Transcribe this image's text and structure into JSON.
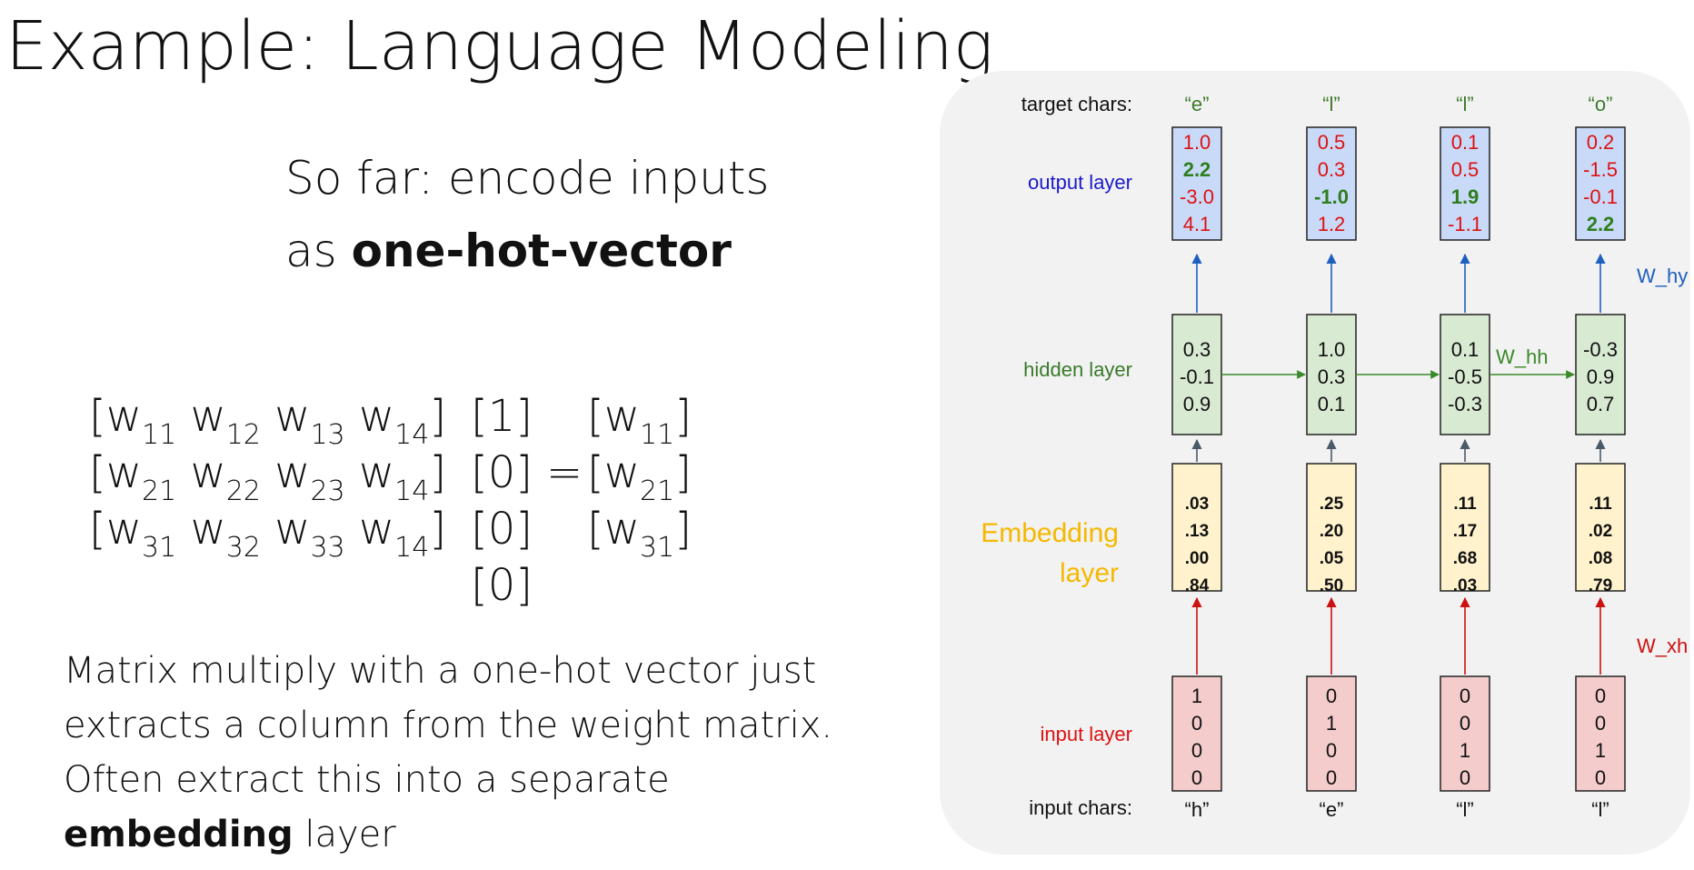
{
  "slide": {
    "title": "Example: Language Modeling",
    "sofar_line1": "So far: encode inputs",
    "sofar_line2_prefix": "as ",
    "sofar_line2_bold": "one-hot-vector"
  },
  "equation": {
    "rows": [
      {
        "m": [
          "w",
          "11",
          "w",
          "12",
          "w",
          "13",
          "w",
          "14"
        ],
        "vec": "[1]",
        "res": [
          "w",
          "11"
        ]
      },
      {
        "m": [
          "w",
          "21",
          "w",
          "22",
          "w",
          "23",
          "w",
          "14"
        ],
        "vec": "[0]",
        "res": [
          "w",
          "21"
        ]
      },
      {
        "m": [
          "w",
          "31",
          "w",
          "32",
          "w",
          "33",
          "w",
          "14"
        ],
        "vec": "[0]",
        "res": [
          "w",
          "31"
        ]
      }
    ],
    "extra_vec": "[0]",
    "equals": "="
  },
  "note": {
    "line1": "Matrix multiply with a one-hot vector just",
    "line2": "extracts a column from the weight matrix.",
    "line3": "Often extract this into a separate",
    "line4_bold": "embedding",
    "line4_rest": " layer"
  },
  "diagram": {
    "labels": {
      "target_chars": "target chars:",
      "output_layer": "output layer",
      "hidden_layer": "hidden layer",
      "embedding_1": "Embedding",
      "embedding_2": "layer",
      "input_layer": "input layer",
      "input_chars": "input chars:"
    },
    "weights": {
      "hy": "W_hy",
      "hh": "W_hh",
      "xh": "W_xh"
    },
    "target_chars": [
      "“e”",
      "“l”",
      "“l”",
      "“o”"
    ],
    "input_chars": [
      "“h”",
      "“e”",
      "“l”",
      "“l”"
    ],
    "output": [
      {
        "values": [
          "1.0",
          "2.2",
          "-3.0",
          "4.1"
        ],
        "highlight": 1
      },
      {
        "values": [
          "0.5",
          "0.3",
          "-1.0",
          "1.2"
        ],
        "highlight": 2
      },
      {
        "values": [
          "0.1",
          "0.5",
          "1.9",
          "-1.1"
        ],
        "highlight": 2
      },
      {
        "values": [
          "0.2",
          "-1.5",
          "-0.1",
          "2.2"
        ],
        "highlight": 3
      }
    ],
    "hidden": [
      [
        "0.3",
        "-0.1",
        "0.9"
      ],
      [
        "1.0",
        "0.3",
        "0.1"
      ],
      [
        "0.1",
        "-0.5",
        "-0.3"
      ],
      [
        "-0.3",
        "0.9",
        "0.7"
      ]
    ],
    "embedding": [
      [
        ".03",
        ".13",
        ".00",
        ".84"
      ],
      [
        ".25",
        ".20",
        ".05",
        ".50"
      ],
      [
        ".11",
        ".17",
        ".68",
        ".03"
      ],
      [
        ".11",
        ".02",
        ".08",
        ".79"
      ]
    ],
    "input": [
      [
        "1",
        "0",
        "0",
        "0"
      ],
      [
        "0",
        "1",
        "0",
        "0"
      ],
      [
        "0",
        "0",
        "1",
        "0"
      ],
      [
        "0",
        "0",
        "1",
        "0"
      ]
    ],
    "colors": {
      "target": "#3a7a2a",
      "output_label": "#1a1acc",
      "hidden_label": "#3a7a2a",
      "embedding_label": "#f5b800",
      "input_label": "#dd1111",
      "output_fill": "#c9daf8",
      "hidden_fill": "#d9ead3",
      "embedding_fill": "#fff2cc",
      "input_fill": "#f4cccc",
      "red_value": "#dd1111",
      "green_value": "#2e7d1e",
      "arrow_blue": "#1f5fbf",
      "arrow_green": "#3a8a2a",
      "arrow_gray": "#4a5a6a",
      "arrow_red": "#cc1111"
    }
  }
}
